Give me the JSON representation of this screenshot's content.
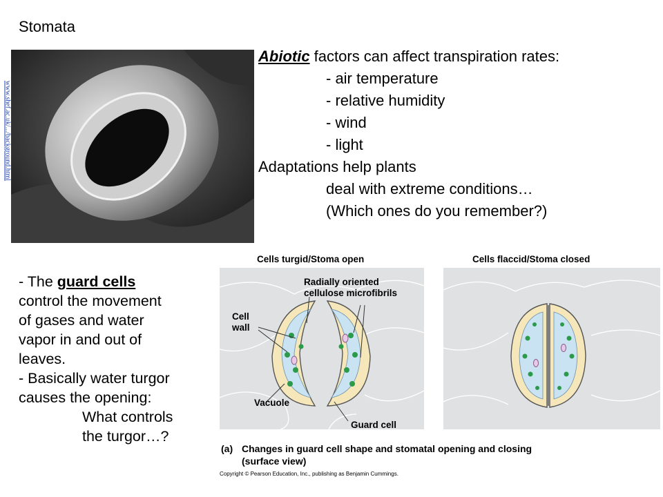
{
  "slide": {
    "title": "Stomata",
    "photo_link": "www.shef.ac.uk/.../background.html"
  },
  "abiotic": {
    "keyword": "Abiotic",
    "heading_rest": " factors can affect transpiration rates:",
    "items": [
      "- air temperature",
      "- relative humidity",
      "- wind",
      "- light"
    ],
    "adapt_line1": "Adaptations help plants",
    "adapt_line2": "deal with extreme conditions…",
    "adapt_line3": "(Which ones do you remember?)"
  },
  "guard": {
    "prefix": "- The ",
    "keyword": "guard cells",
    "line1_rest": "",
    "line2": "control the movement",
    "line3": "of gases and water",
    "line4": "vapor in and out of",
    "line5": "leaves.",
    "line6": "- Basically water turgor",
    "line7": "causes the opening:",
    "line8": "What controls",
    "line9": "the turgor…?"
  },
  "figure": {
    "panel_open_title": "Cells turgid/Stoma open",
    "panel_closed_title": "Cells flaccid/Stoma closed",
    "label_microfibrils_1": "Radially oriented",
    "label_microfibrils_2": "cellulose microfibrils",
    "label_cell_wall_1": "Cell",
    "label_cell_wall_2": "wall",
    "label_vacuole": "Vacuole",
    "label_guard_cell": "Guard cell",
    "caption_a": "(a)",
    "caption_1": "Changes in guard cell shape and stomatal opening and closing",
    "caption_2": "(surface view)",
    "copyright": "Copyright © Pearson Education, Inc., publishing as Benjamin Cummings."
  },
  "colors": {
    "panel_bg": "#dfe1e3",
    "cell_fill": "#f5e7b9",
    "vacuole": "#c9e3f2",
    "chloroplast": "#2b9a4a",
    "link": "#1a3fae"
  }
}
